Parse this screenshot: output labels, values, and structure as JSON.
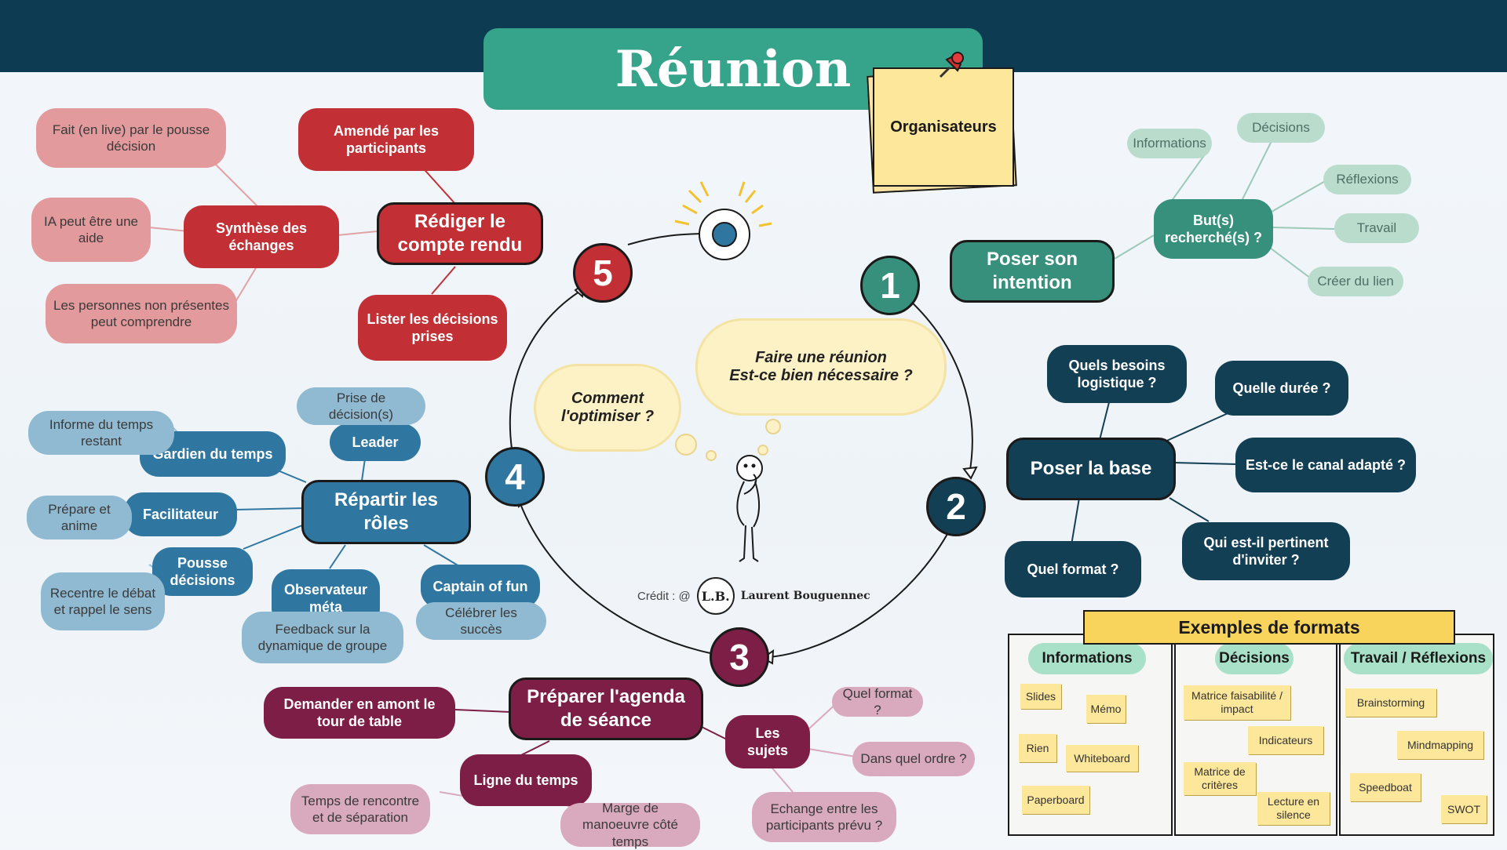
{
  "title": "Réunion",
  "sticky": "Organisateurs",
  "clouds": {
    "main": "Faire une réunion\nEst-ce bien nécessaire ?",
    "second": "Comment\nl'optimiser ?"
  },
  "numbers": [
    "1",
    "2",
    "3",
    "4",
    "5"
  ],
  "credit": {
    "label": "Crédit : @",
    "logo": "L.B.",
    "name": "Laurent Bouguennec"
  },
  "step1": {
    "main": "Poser son intention",
    "sub": "But(s) recherché(s) ?",
    "leaves": [
      "Informations",
      "Décisions",
      "Réflexions",
      "Travail",
      "Créer du lien"
    ]
  },
  "step2": {
    "main": "Poser la base",
    "subs": [
      "Quels besoins logistique ?",
      "Quelle durée ?",
      "Est-ce le canal adapté ?",
      "Qui est-il pertinent d'inviter ?",
      "Quel format ?"
    ]
  },
  "step3": {
    "main": "Préparer l'agenda de séance",
    "subs": [
      "Demander en amont le tour de table",
      "Les sujets",
      "Ligne du temps"
    ],
    "leaves": [
      "Quel format ?",
      "Dans quel ordre ?",
      "Echange entre les participants prévu ?",
      "Temps de rencontre et de séparation",
      "Marge de manoeuvre côté temps"
    ]
  },
  "step4": {
    "main": "Répartir les rôles",
    "subs": [
      "Leader",
      "Gardien du temps",
      "Facilitateur",
      "Pousse décisions",
      "Observateur méta",
      "Captain of fun"
    ],
    "leaves": [
      "Prise de décision(s)",
      "Informe du temps restant",
      "Prépare et anime",
      "Recentre le débat et rappel le sens",
      "Feedback sur la dynamique de groupe",
      "Célébrer les succès"
    ]
  },
  "step5": {
    "main": "Rédiger le compte rendu",
    "subs": [
      "Amendé par les participants",
      "Synthèse des échanges",
      "Lister les décisions prises"
    ],
    "leaves": [
      "Fait (en live) par le pousse décision",
      "IA peut être une aide",
      "Les personnes non présentes peut comprendre"
    ]
  },
  "formats": {
    "title": "Exemples de formats",
    "columns": [
      {
        "title": "Informations",
        "items": [
          "Slides",
          "Mémo",
          "Rien",
          "Whiteboard",
          "Paperboard"
        ]
      },
      {
        "title": "Décisions",
        "items": [
          "Matrice faisabilité / impact",
          "Indicateurs",
          "Matrice de critères",
          "Lecture en silence"
        ]
      },
      {
        "title": "Travail / Réflexions",
        "items": [
          "Brainstorming",
          "Mindmapping",
          "Speedboat",
          "SWOT"
        ]
      }
    ]
  },
  "colors": {
    "red": "#c23035",
    "teal": "#37907c",
    "navy": "#133f55",
    "blue": "#2f77a0",
    "maroon": "#7d1e46",
    "header": "#0d3b52",
    "title_bg": "#36a38b"
  }
}
